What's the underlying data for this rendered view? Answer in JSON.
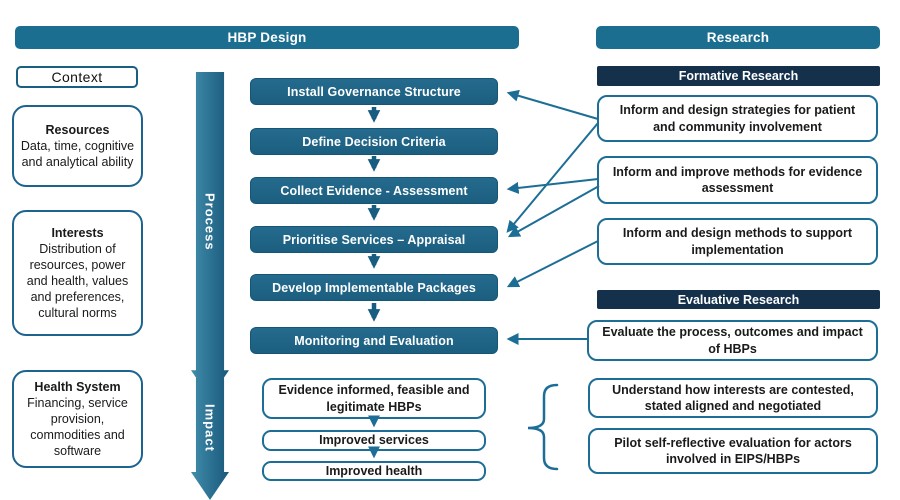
{
  "title_bars": {
    "hbp_design": "HBP Design",
    "research": "Research"
  },
  "context": {
    "label": "Context",
    "boxes": [
      {
        "title": "Resources",
        "body": "Data, time, cognitive and analytical ability"
      },
      {
        "title": "Interests",
        "body": "Distribution of resources, power and health, values and preferences, cultural norms"
      },
      {
        "title": "Health System",
        "body": "Financing, service provision, commodities and software"
      }
    ]
  },
  "flow": {
    "process_label": "Process",
    "impact_label": "Impact",
    "steps": [
      "Install Governance Structure",
      "Define Decision Criteria",
      "Collect Evidence - Assessment",
      "Prioritise Services – Appraisal",
      "Develop Implementable Packages",
      "Monitoring and Evaluation"
    ],
    "outcomes": [
      "Evidence informed, feasible and legitimate HBPs",
      "Improved services",
      "Improved health"
    ]
  },
  "research": {
    "formative": {
      "header": "Formative Research",
      "items": [
        "Inform and design strategies for patient and community involvement",
        "Inform and improve methods for evidence assessment",
        "Inform and design methods to support implementation"
      ]
    },
    "evaluative": {
      "header": "Evaluative Research",
      "items": [
        "Evaluate the process, outcomes and impact of HBPs",
        "Understand how interests are contested, stated aligned and negotiated",
        "Pilot self-reflective evaluation for actors involved in EIPS/HBPs"
      ]
    }
  },
  "colors": {
    "teal_header": "#1b6e90",
    "teal_step_box": "#1e6385",
    "navy_bar": "#14304b",
    "connector_line": "#1d6e96",
    "arrow_gradient_start": "#418dab",
    "arrow_gradient_end": "#19587b",
    "white_box_border": "#1d6e96",
    "text_dark": "#1a1a1a"
  }
}
